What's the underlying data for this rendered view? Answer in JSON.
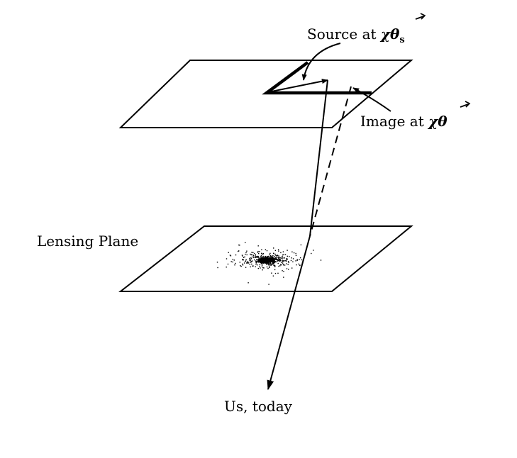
{
  "labels": {
    "source_prefix": "Source at ",
    "source_symbol": "χθ",
    "source_subscript": "s",
    "image_prefix": "Image at ",
    "image_symbol": "χθ",
    "lensing_plane": "Lensing Plane",
    "observer": "Us, today"
  }
}
